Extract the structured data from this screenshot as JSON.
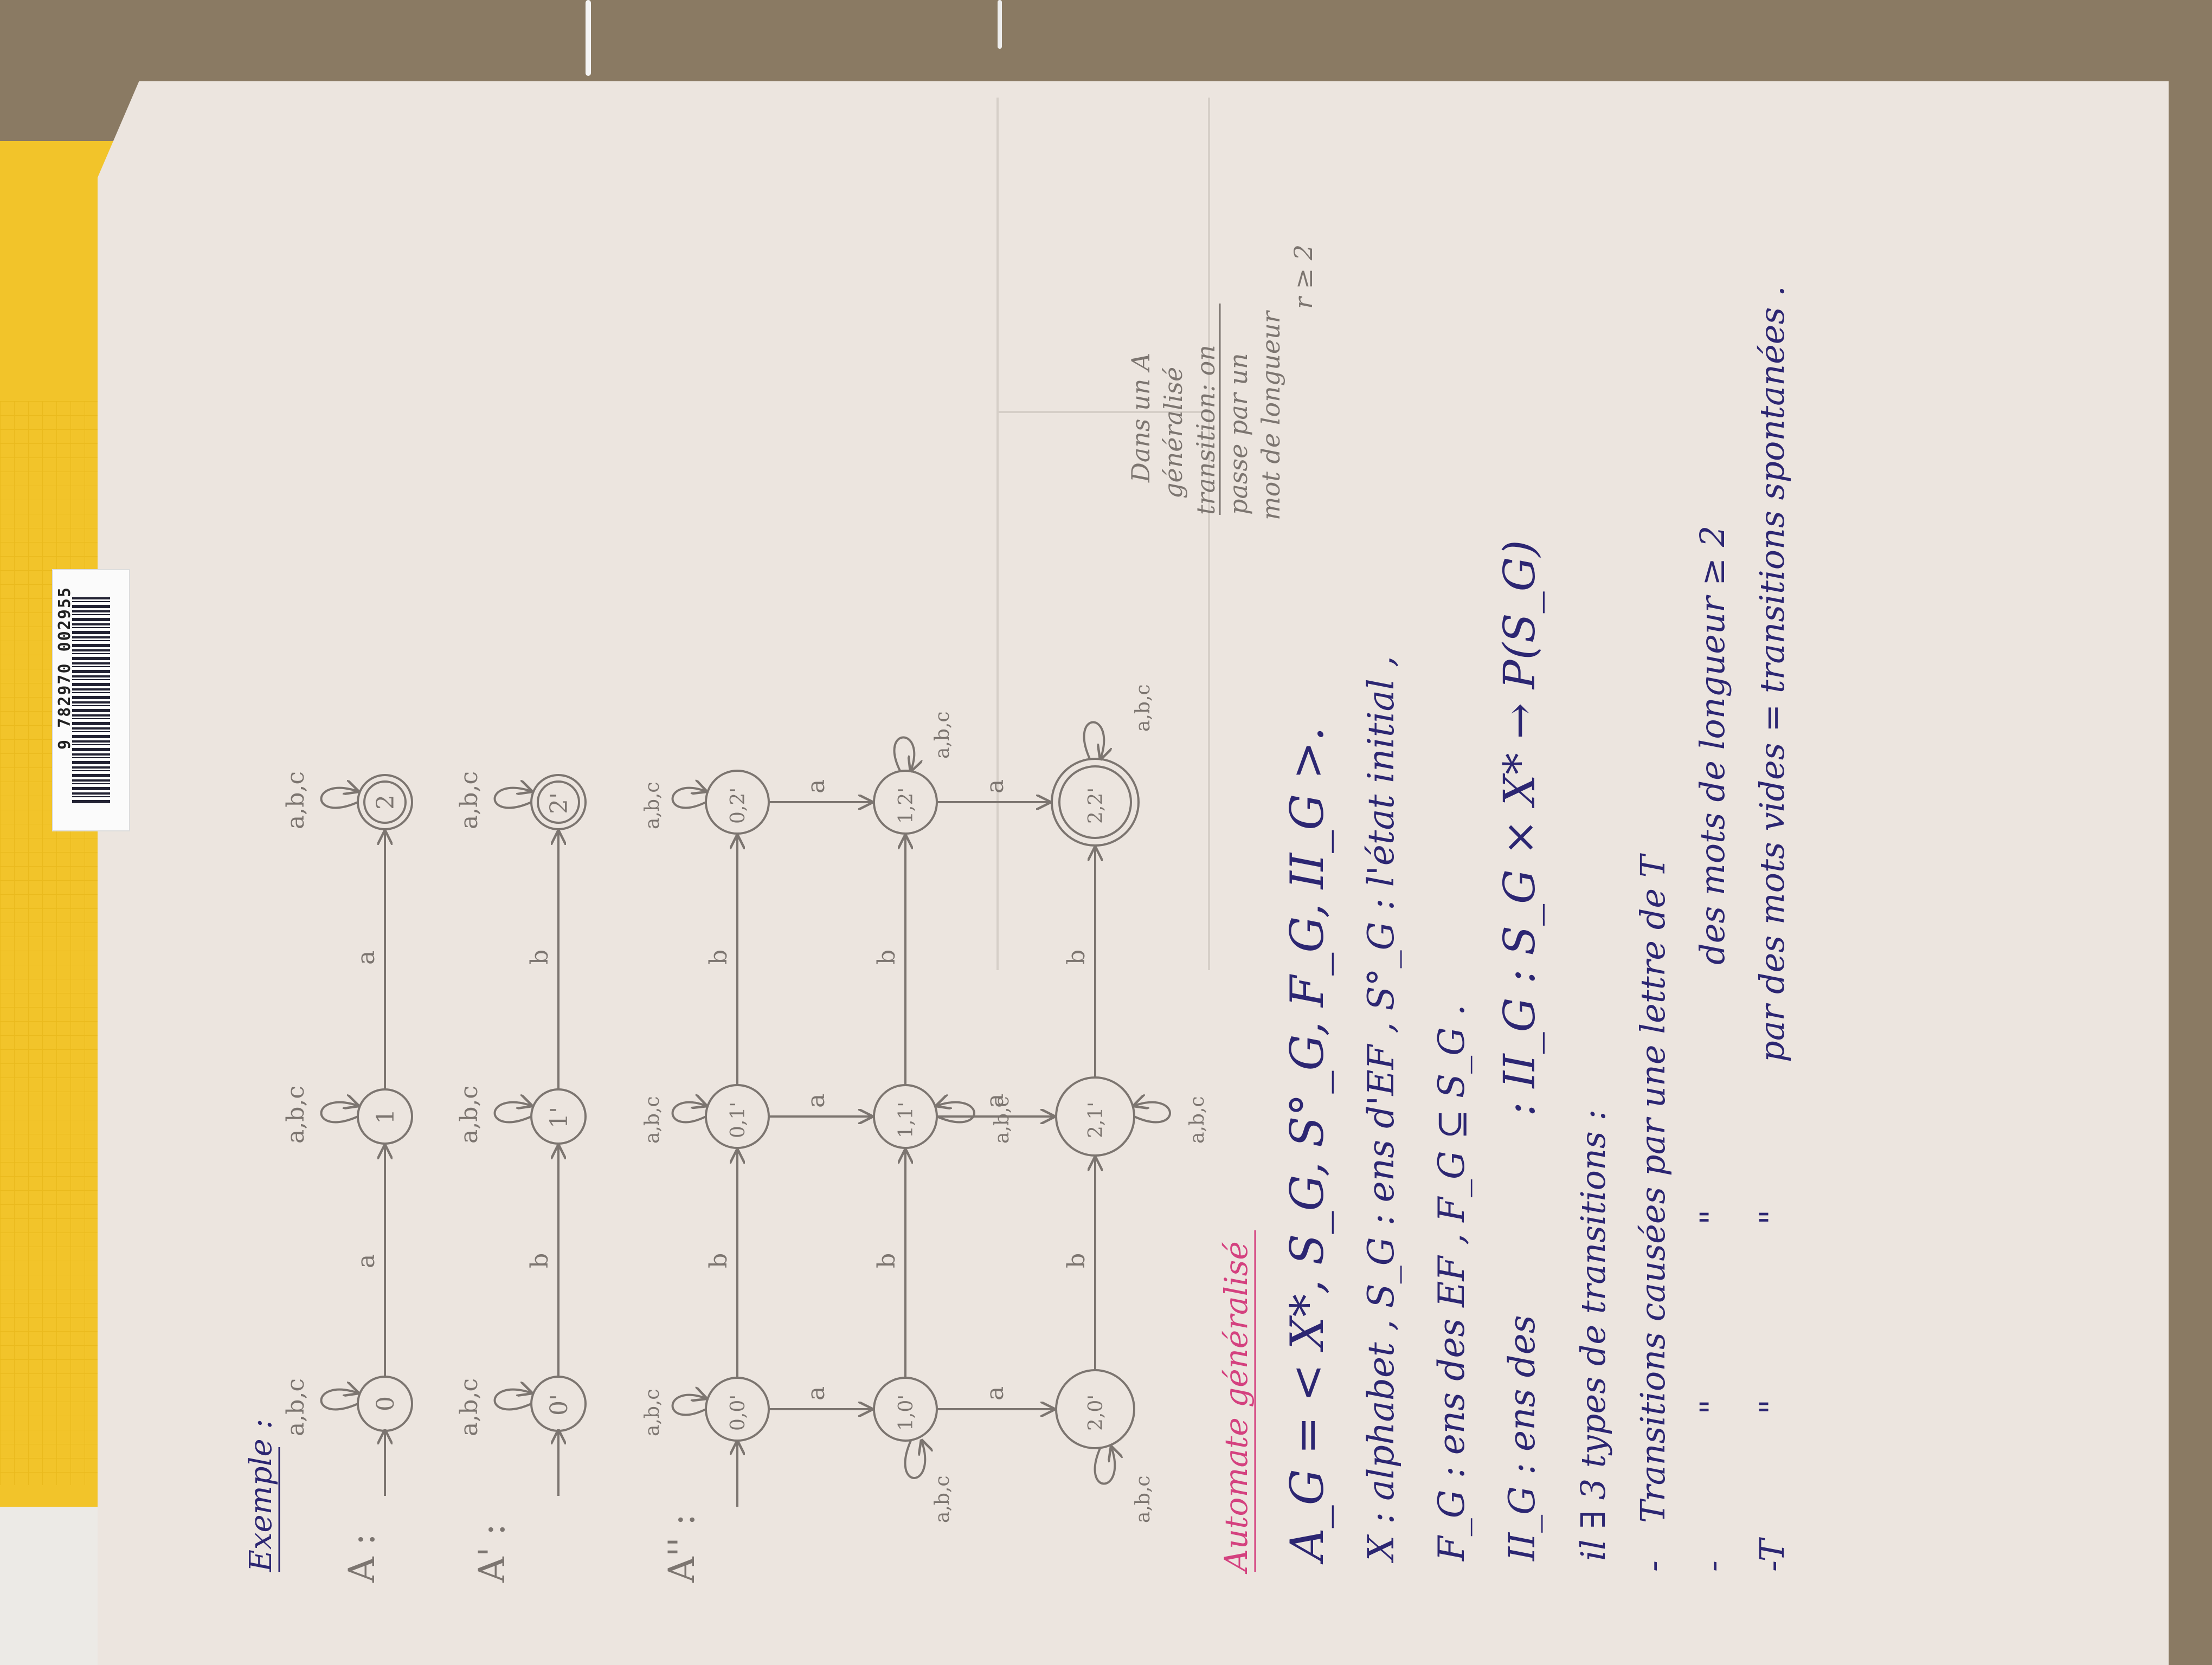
{
  "colors": {
    "pencil": "#7c7570",
    "ink": "#2c2672",
    "pink": "#d4417f",
    "paper": "#ece5df"
  },
  "barcode": {
    "digits": "9 782970 002955"
  },
  "header": {
    "example_label": "Exemple :"
  },
  "automaton_A": {
    "label": "A :",
    "states": {
      "s0": "0",
      "s1": "1",
      "s2": "2"
    },
    "arrows": {
      "a01": "a",
      "a12": "a"
    },
    "loops": {
      "l0": "a,b,c",
      "l1": "a,b,c",
      "l2": "a,b,c"
    }
  },
  "automaton_A1": {
    "label": "A' :",
    "states": {
      "s0": "0'",
      "s1": "1'",
      "s2": "2'"
    },
    "arrows": {
      "b01": "b",
      "b12": "b"
    },
    "loops": {
      "l0": "a,b,c",
      "l1": "a,b,c",
      "l2": "a,b,c"
    }
  },
  "automaton_A2": {
    "label": "A'' :",
    "states": {
      "s00": "0,0'",
      "s01": "0,1'",
      "s02": "0,2'",
      "s10": "1,0'",
      "s11": "1,1'",
      "s12": "1,2'",
      "s20": "2,0'",
      "s21": "2,1'",
      "s22": "2,2'"
    },
    "arrows": {
      "a": "a",
      "b": "b"
    },
    "loops": {
      "abc": "a,b,c"
    }
  },
  "margin_note": {
    "lines": [
      "Dans un A",
      "généralisé",
      "transition: on",
      "passe par un",
      "mot de longueur",
      "r ≥ 2"
    ]
  },
  "section": {
    "title": "Automate généralisé"
  },
  "definitions": {
    "line1": "A_G = < X*, S_G, S°_G, F_G, II_G >.",
    "line2": "X : alphabet , S_G : ens d'EF , S°_G : l'état initial ,",
    "line3": "F_G : ens des EF , F_G ⊆ S_G .",
    "line4a": "II_G : ens des",
    "line4b": ": II_G : S_G × X* → P(S_G)"
  },
  "transitions": {
    "intro": "il ∃ 3 types de transitions :",
    "row1_bullet": "-",
    "row1_head": "T",
    "row1_body": "ransitions causées par une lettre de T",
    "row2_bullet": "-",
    "row2_ditto1": "\"",
    "row2_ditto2": "\"",
    "row2_body": "des mots de longueur ≥ 2",
    "row3_bullet": "-T",
    "row3_ditto1": "\"",
    "row3_ditto2": "\"",
    "row3_body": "par des mots vides = transitions spontanées ."
  }
}
